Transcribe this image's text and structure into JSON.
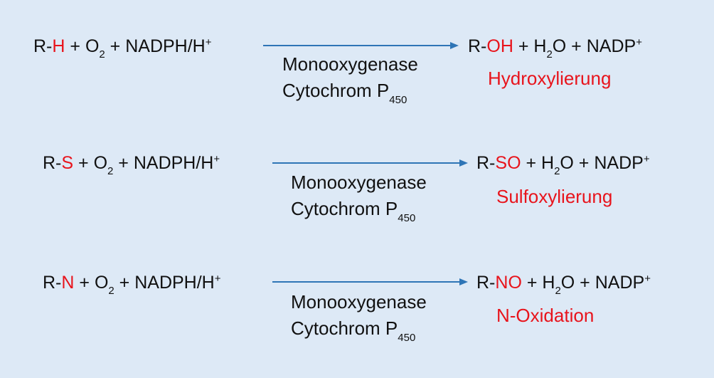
{
  "accent_color": "#e8141c",
  "arrow_color": "#2e75b6",
  "reactions": [
    {
      "left": {
        "r": "R-",
        "group": "H",
        "plus1": " + O",
        "o2sub": "2",
        "plus2": " +  NADPH/H",
        "hplus": "+"
      },
      "right": {
        "r": "R-",
        "group": "OH",
        "plus1": " + H",
        "h2sub": "2",
        "o": "O + NADP",
        "nadpplus": "+"
      },
      "enzyme": {
        "line1": "Monooxygenase",
        "line2": "Cytochrom P",
        "sub": "450"
      },
      "label": "Hydroxylierung"
    },
    {
      "left": {
        "r": "R-",
        "group": "S",
        "plus1": " + O",
        "o2sub": "2",
        "plus2": " +  NADPH/H",
        "hplus": "+"
      },
      "right": {
        "r": "R-",
        "group": "SO",
        "plus1": " + H",
        "h2sub": "2",
        "o": "O + NADP",
        "nadpplus": "+"
      },
      "enzyme": {
        "line1": "Monooxygenase",
        "line2": "Cytochrom P",
        "sub": "450"
      },
      "label": "Sulfoxylierung"
    },
    {
      "left": {
        "r": "R-",
        "group": "N",
        "plus1": " + O",
        "o2sub": "2",
        "plus2": " +  NADPH/H",
        "hplus": "+"
      },
      "right": {
        "r": "R-",
        "group": "NO",
        "plus1": " + H",
        "h2sub": "2",
        "o": "O + NADP",
        "nadpplus": "+"
      },
      "enzyme": {
        "line1": "Monooxygenase",
        "line2": "Cytochrom P",
        "sub": "450"
      },
      "label": "N-Oxidation"
    }
  ]
}
